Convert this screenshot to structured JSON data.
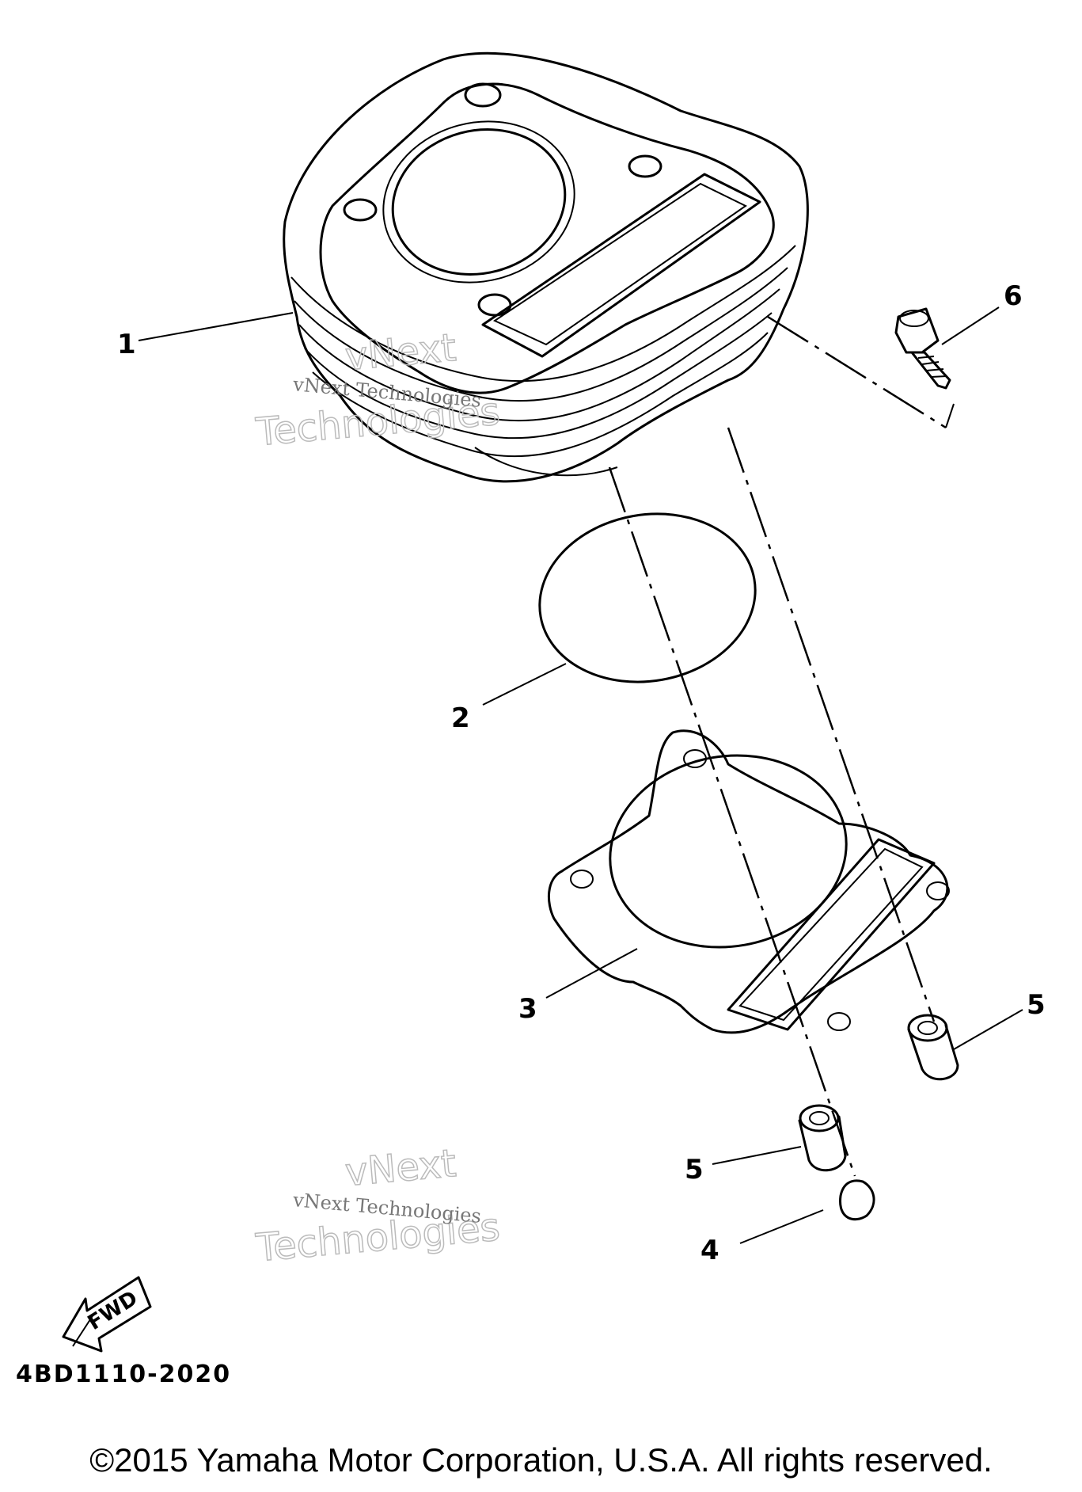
{
  "callouts": [
    {
      "number": "1",
      "part": "cylinder"
    },
    {
      "number": "2",
      "part": "o-ring"
    },
    {
      "number": "3",
      "part": "cylinder-gasket"
    },
    {
      "number": "4",
      "part": "plate"
    },
    {
      "number": "5",
      "part": "dowel-pin"
    },
    {
      "number": "5",
      "part": "dowel-pin"
    },
    {
      "number": "6",
      "part": "bolt"
    }
  ],
  "fwd_label": "FWD",
  "diagram_code": "4BD1110-2020",
  "watermarks": {
    "brand": "vNext Technologies",
    "big_line1": "vNext",
    "big_line2": "Technologies"
  },
  "copyright": "©2015 Yamaha Motor Corporation, U.S.A. All rights reserved."
}
